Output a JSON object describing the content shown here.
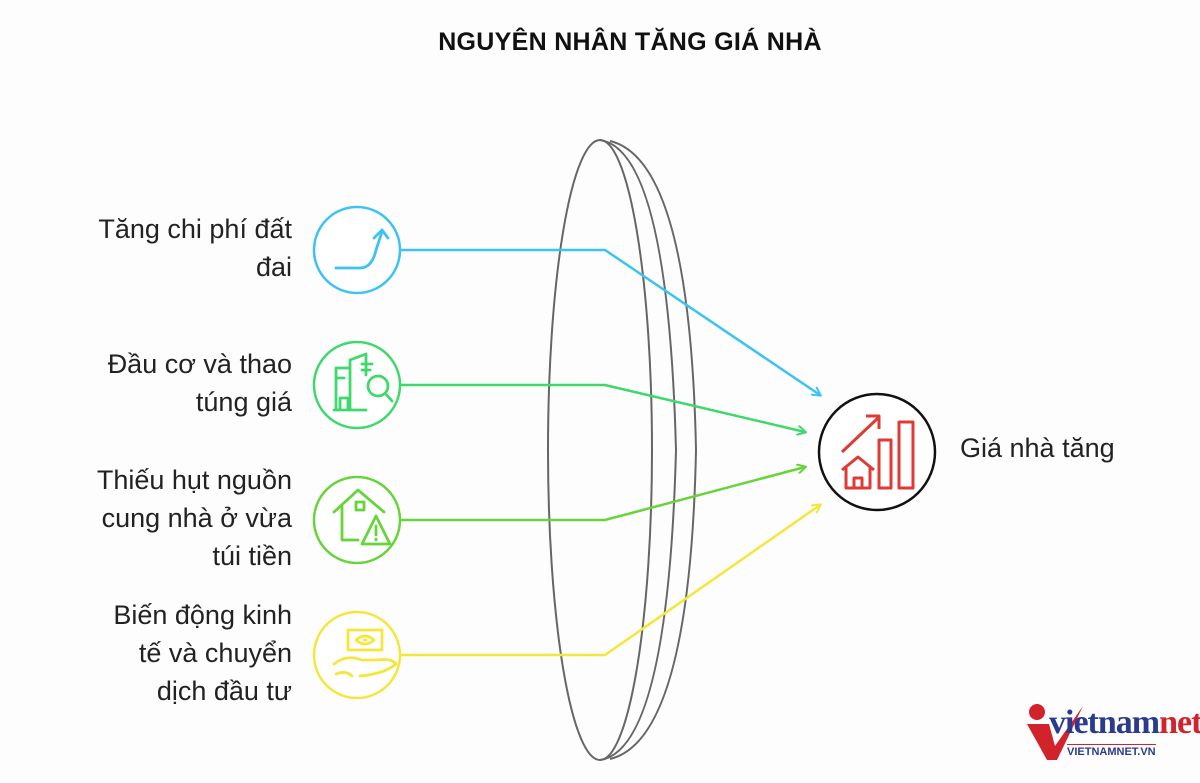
{
  "title": "NGUYÊN NHÂN TĂNG GIÁ NHÀ",
  "causes": [
    {
      "label_lines": [
        "Tăng chi phí đất",
        "đai"
      ],
      "icon": "rising-curve-icon",
      "color": "#3cc3f2"
    },
    {
      "label_lines": [
        "Đầu cơ và thao",
        "túng giá"
      ],
      "icon": "buildings-search-icon",
      "color": "#3fd86c"
    },
    {
      "label_lines": [
        "Thiếu hụt nguồn",
        "cung nhà ở vừa",
        "túi tiền"
      ],
      "icon": "house-warning-icon",
      "color": "#66d43a"
    },
    {
      "label_lines": [
        "Biến động kinh",
        "tế và chuyển",
        "dịch đầu tư"
      ],
      "icon": "hand-money-icon",
      "color": "#f5e63c"
    }
  ],
  "result": {
    "label": "Giá nhà tăng",
    "icon": "house-chart-rising-icon",
    "color": "#e03a35"
  },
  "logo": {
    "main": "vietnam",
    "accent": "net",
    "sub": "VIETNAMNET.VN"
  }
}
